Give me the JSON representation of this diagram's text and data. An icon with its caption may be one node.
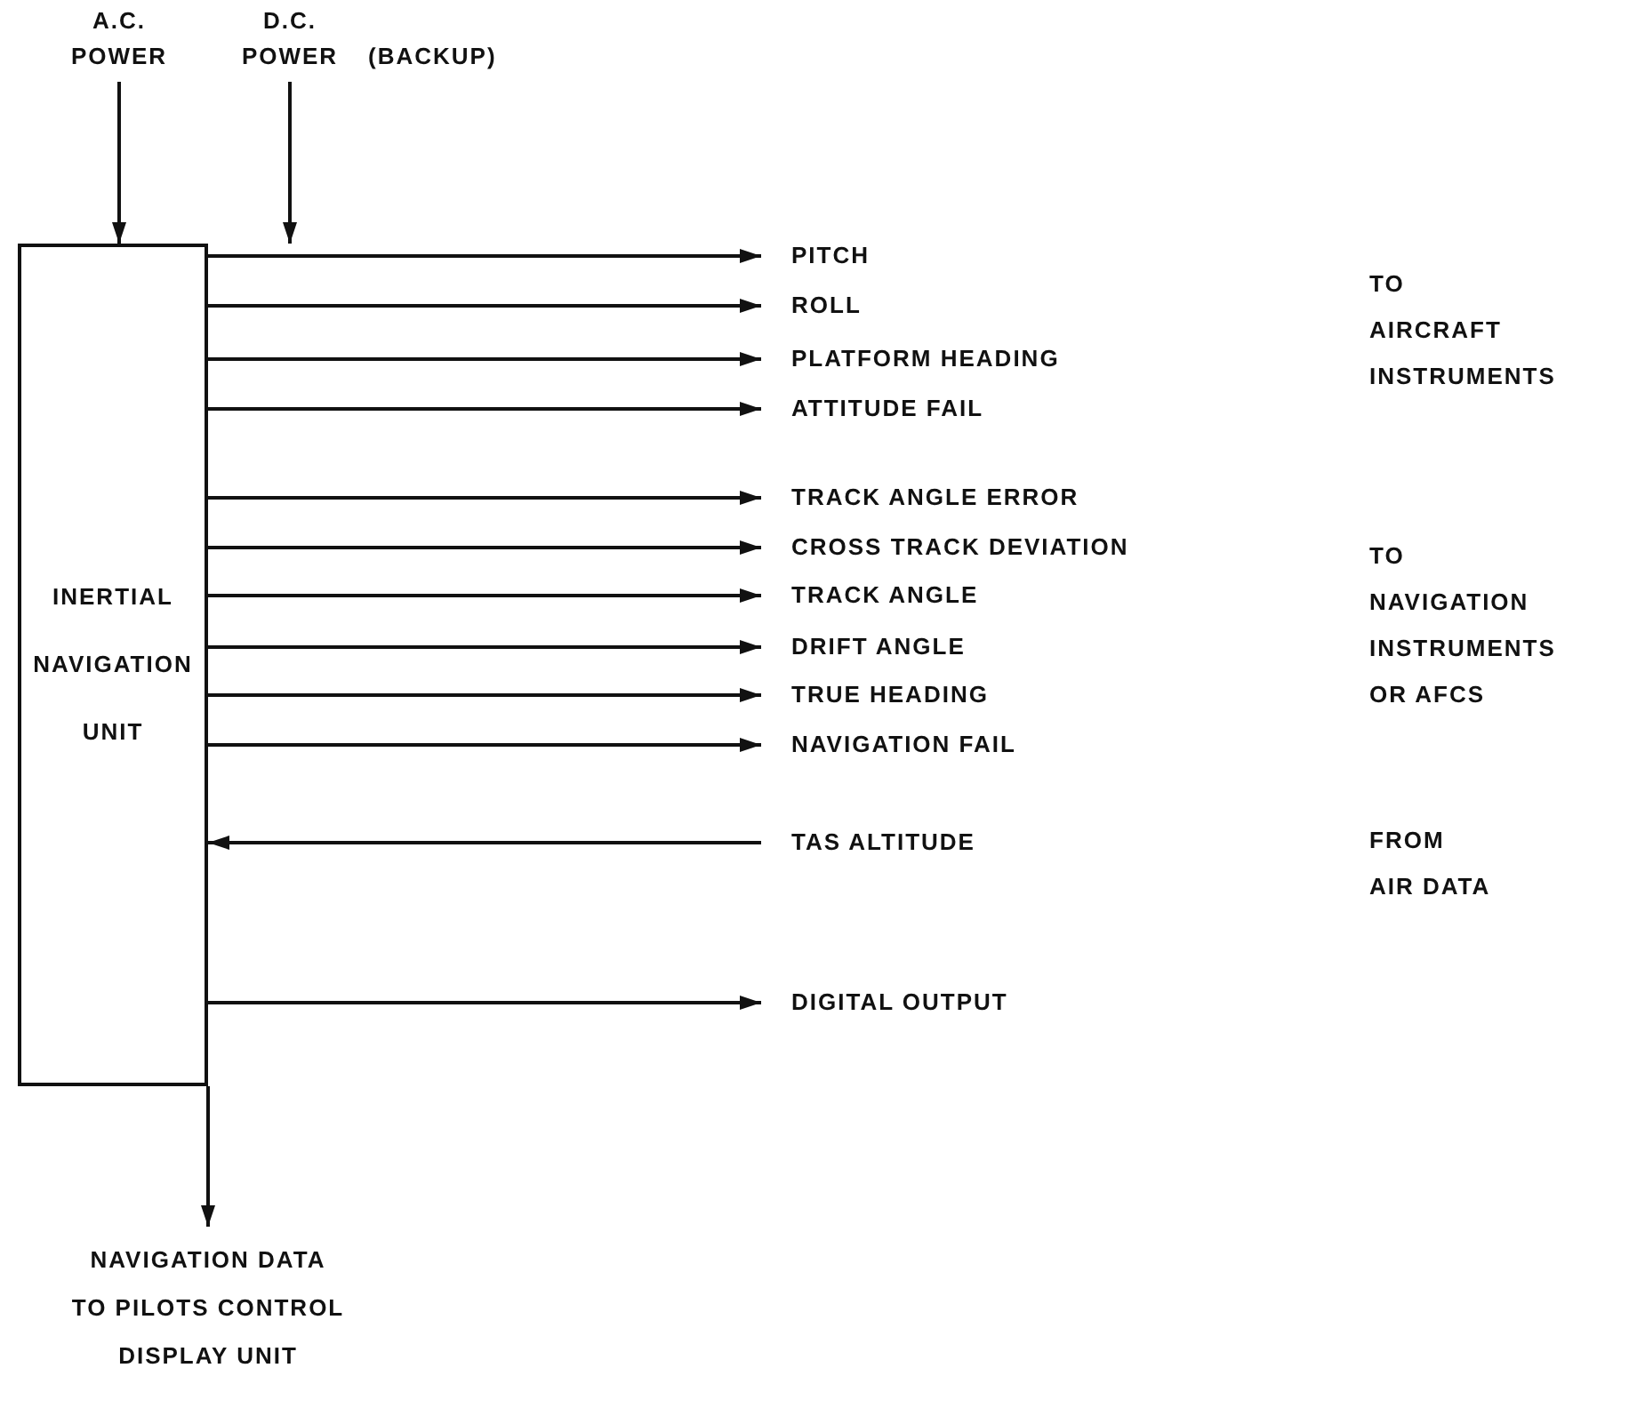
{
  "diagram": {
    "nodes": [
      {
        "text": [
          "INERTIAL NAVIGATION UNIT"
        ]
      },
      {
        "text": [
          "A.C. POWER"
        ]
      },
      {
        "text": [
          "D.C. POWER"
        ]
      },
      {
        "text": [
          "PITCH"
        ]
      },
      {
        "text": [
          "ROLL"
        ]
      },
      {
        "text": [
          "PLATFORM HEADING"
        ]
      },
      {
        "text": [
          "ATTITUDE FAIL"
        ]
      },
      {
        "text": [
          "TRACK ANGLE ERROR"
        ]
      },
      {
        "text": [
          "CROSS TRACK DEVIATION"
        ]
      },
      {
        "text": [
          "TRACK ANGLE"
        ]
      },
      {
        "text": [
          "DRIFT ANGLE"
        ]
      },
      {
        "text": [
          "TRUE HEADING"
        ]
      },
      {
        "text": [
          "NAVIGATION FAIL"
        ]
      },
      {
        "text": [
          "TAS ALTITUDE"
        ]
      },
      {
        "text": [
          "DIGITAL OUTPUT"
        ]
      },
      {
        "text": [
          "NAVIGATION DATA TO PILOTS CONTROL DISPLAY UNIT"
        ]
      }
    ],
    "edges": [
      {
        "from": 1,
        "to": 0,
        "arrow": "to"
      },
      {
        "from": 2,
        "to": 0,
        "arrow": "to"
      },
      {
        "from": 0,
        "to": 3,
        "arrow": "to"
      },
      {
        "from": 0,
        "to": 4,
        "arrow": "to"
      },
      {
        "from": 0,
        "to": 5,
        "arrow": "to"
      },
      {
        "from": 0,
        "to": 6,
        "arrow": "to"
      },
      {
        "from": 0,
        "to": 7,
        "arrow": "to"
      },
      {
        "from": 0,
        "to": 8,
        "arrow": "to"
      },
      {
        "from": 0,
        "to": 9,
        "arrow": "to"
      },
      {
        "from": 0,
        "to": 10,
        "arrow": "to"
      },
      {
        "from": 0,
        "to": 11,
        "arrow": "to"
      },
      {
        "from": 0,
        "to": 12,
        "arrow": "to"
      },
      {
        "from": 13,
        "to": 0,
        "arrow": "to"
      },
      {
        "from": 0,
        "to": 14,
        "arrow": "to"
      },
      {
        "from": 0,
        "to": 15,
        "arrow": "to"
      }
    ],
    "labels": [
      "(BACKUP)",
      "TO AIRCRAFT INSTRUMENTS",
      "TO NAVIGATION INSTRUMENTS OR AFCS",
      "FROM AIR DATA"
    ]
  }
}
